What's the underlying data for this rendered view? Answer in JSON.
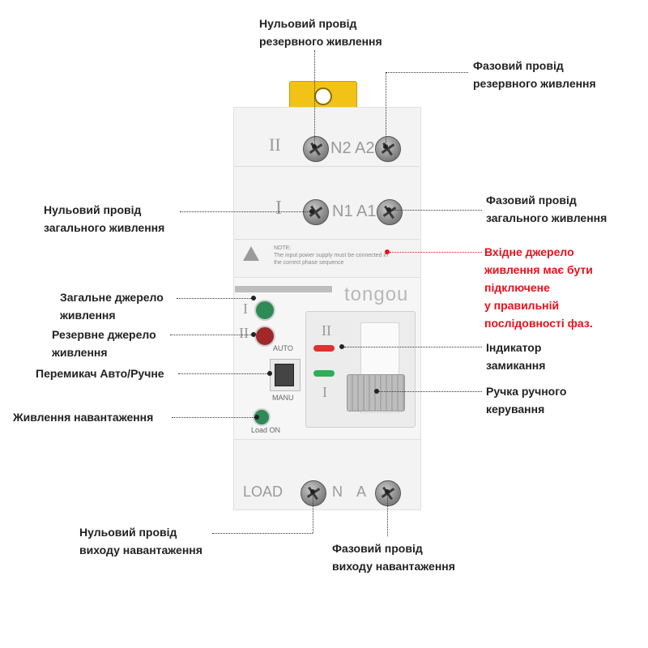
{
  "callouts": {
    "neutral_backup": "Нульовий провід\nрезервного живлення",
    "phase_backup": "Фазовий провід\nрезервного живлення",
    "neutral_main": "Нульовий провід\nзагального живлення",
    "phase_main": "Фазовий провід\nзагального живлення",
    "warning": "Вхідне джерело\nживлення має бути\nпідключене\nу правильній\nпослідовності фаз.",
    "main_source": "Загальне джерело\nживлення",
    "backup_source": "Резервне джерело\nживлення",
    "auto_manual": "Перемикач Авто/Ручне",
    "load_power": "Живлення навантаження",
    "lock_indicator": "Індикатор\nзамикання",
    "manual_handle": "Ручка ручного\nкерування",
    "neutral_load": "Нульовий провід\nвиходу навантаження",
    "phase_load": "Фазовий провід\nвиходу навантаження"
  },
  "device": {
    "brand": "tongou",
    "row2_roman": "II",
    "row2_n": "N2",
    "row2_a": "A2",
    "row1_roman": "I",
    "row1_n": "N1",
    "row1_a": "A1",
    "note_title": "NOTE:",
    "note_text": "The input power supply must be connected in\nthe correct phase sequence",
    "led_i": "I",
    "led_ii": "II",
    "switch_auto": "AUTO",
    "switch_manu": "MANU",
    "load_on": "Load ON",
    "window_ii": "II",
    "window_i": "I",
    "bottom_load": "LOAD",
    "bottom_n": "N",
    "bottom_a": "A"
  },
  "colors": {
    "warning_red": "#e8101a",
    "handle_yellow": "#f2c316",
    "led_green": "#2e8b57",
    "led_red": "#a0282a"
  }
}
